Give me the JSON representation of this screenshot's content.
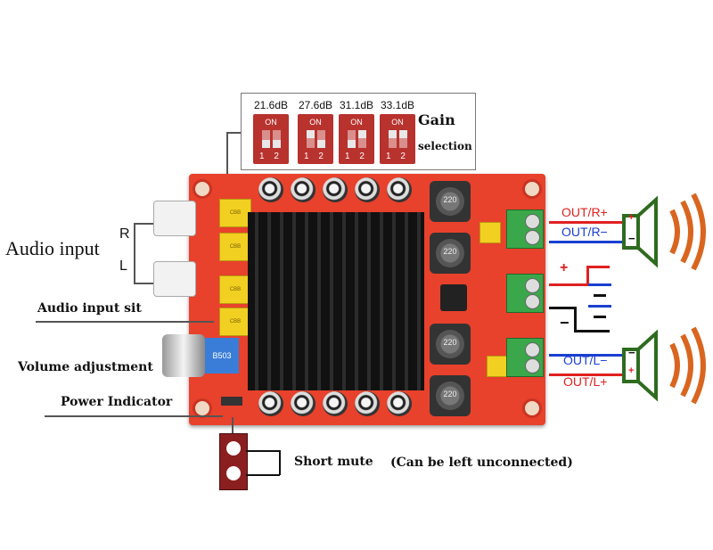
{
  "gain": {
    "title": "Gain",
    "subtitle": "selection",
    "switch_on_label": "ON",
    "switch_numbers": "1 2",
    "settings": [
      "21.6dB",
      "27.6dB",
      "31.1dB",
      "33.1dB"
    ]
  },
  "labels": {
    "audio_input": "Audio input",
    "channel_r": "R",
    "channel_l": "L",
    "audio_input_sit": "Audio input sit",
    "volume_adjustment": "Volume adjustment",
    "power_indicator": "Power Indicator",
    "short_mute": "Short mute",
    "short_mute_note": "(Can be left unconnected)"
  },
  "outputs": {
    "right_pos": "OUT/R+",
    "right_neg": "OUT/R−",
    "left_neg": "OUT/L−",
    "left_pos": "OUT/L+",
    "power_plus": "+",
    "power_minus": "−",
    "speaker_plus": "+",
    "speaker_minus": "−"
  },
  "board": {
    "inductor_label": "220",
    "pot_label": "B503"
  },
  "colors": {
    "board": "#e8412c",
    "dip": "#b8322e",
    "positive_wire": "#e02020",
    "negative_wire": "#1a3fd0",
    "speaker": "#2e6b1f",
    "sound_wave": "#d9651f"
  }
}
